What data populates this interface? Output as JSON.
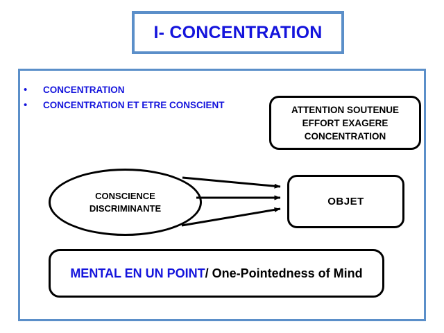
{
  "slide": {
    "title": "I- CONCENTRATION",
    "title_color": "#1414DC",
    "frame_color": "#5B8FC9"
  },
  "bullets": [
    {
      "marker": "•",
      "label": "CONCENTRATION"
    },
    {
      "marker": "•",
      "label": "CONCENTRATION ET ETRE CONSCIENT"
    }
  ],
  "attention_box": {
    "lines": [
      "ATTENTION SOUTENUE",
      "EFFORT EXAGERE",
      "CONCENTRATION"
    ]
  },
  "conscience_ellipse": {
    "lines": [
      "CONSCIENCE",
      "DISCRIMINANTE"
    ]
  },
  "objet_box": {
    "label": "OBJET"
  },
  "mental_box": {
    "french_text": "MENTAL  EN UN POINT",
    "english_text": "/ One-Pointedness of Mind",
    "french_color": "#1414DC",
    "english_color": "#000000"
  },
  "arrows": {
    "count": 3,
    "description": "three arrows from ellipse to OBJET"
  }
}
